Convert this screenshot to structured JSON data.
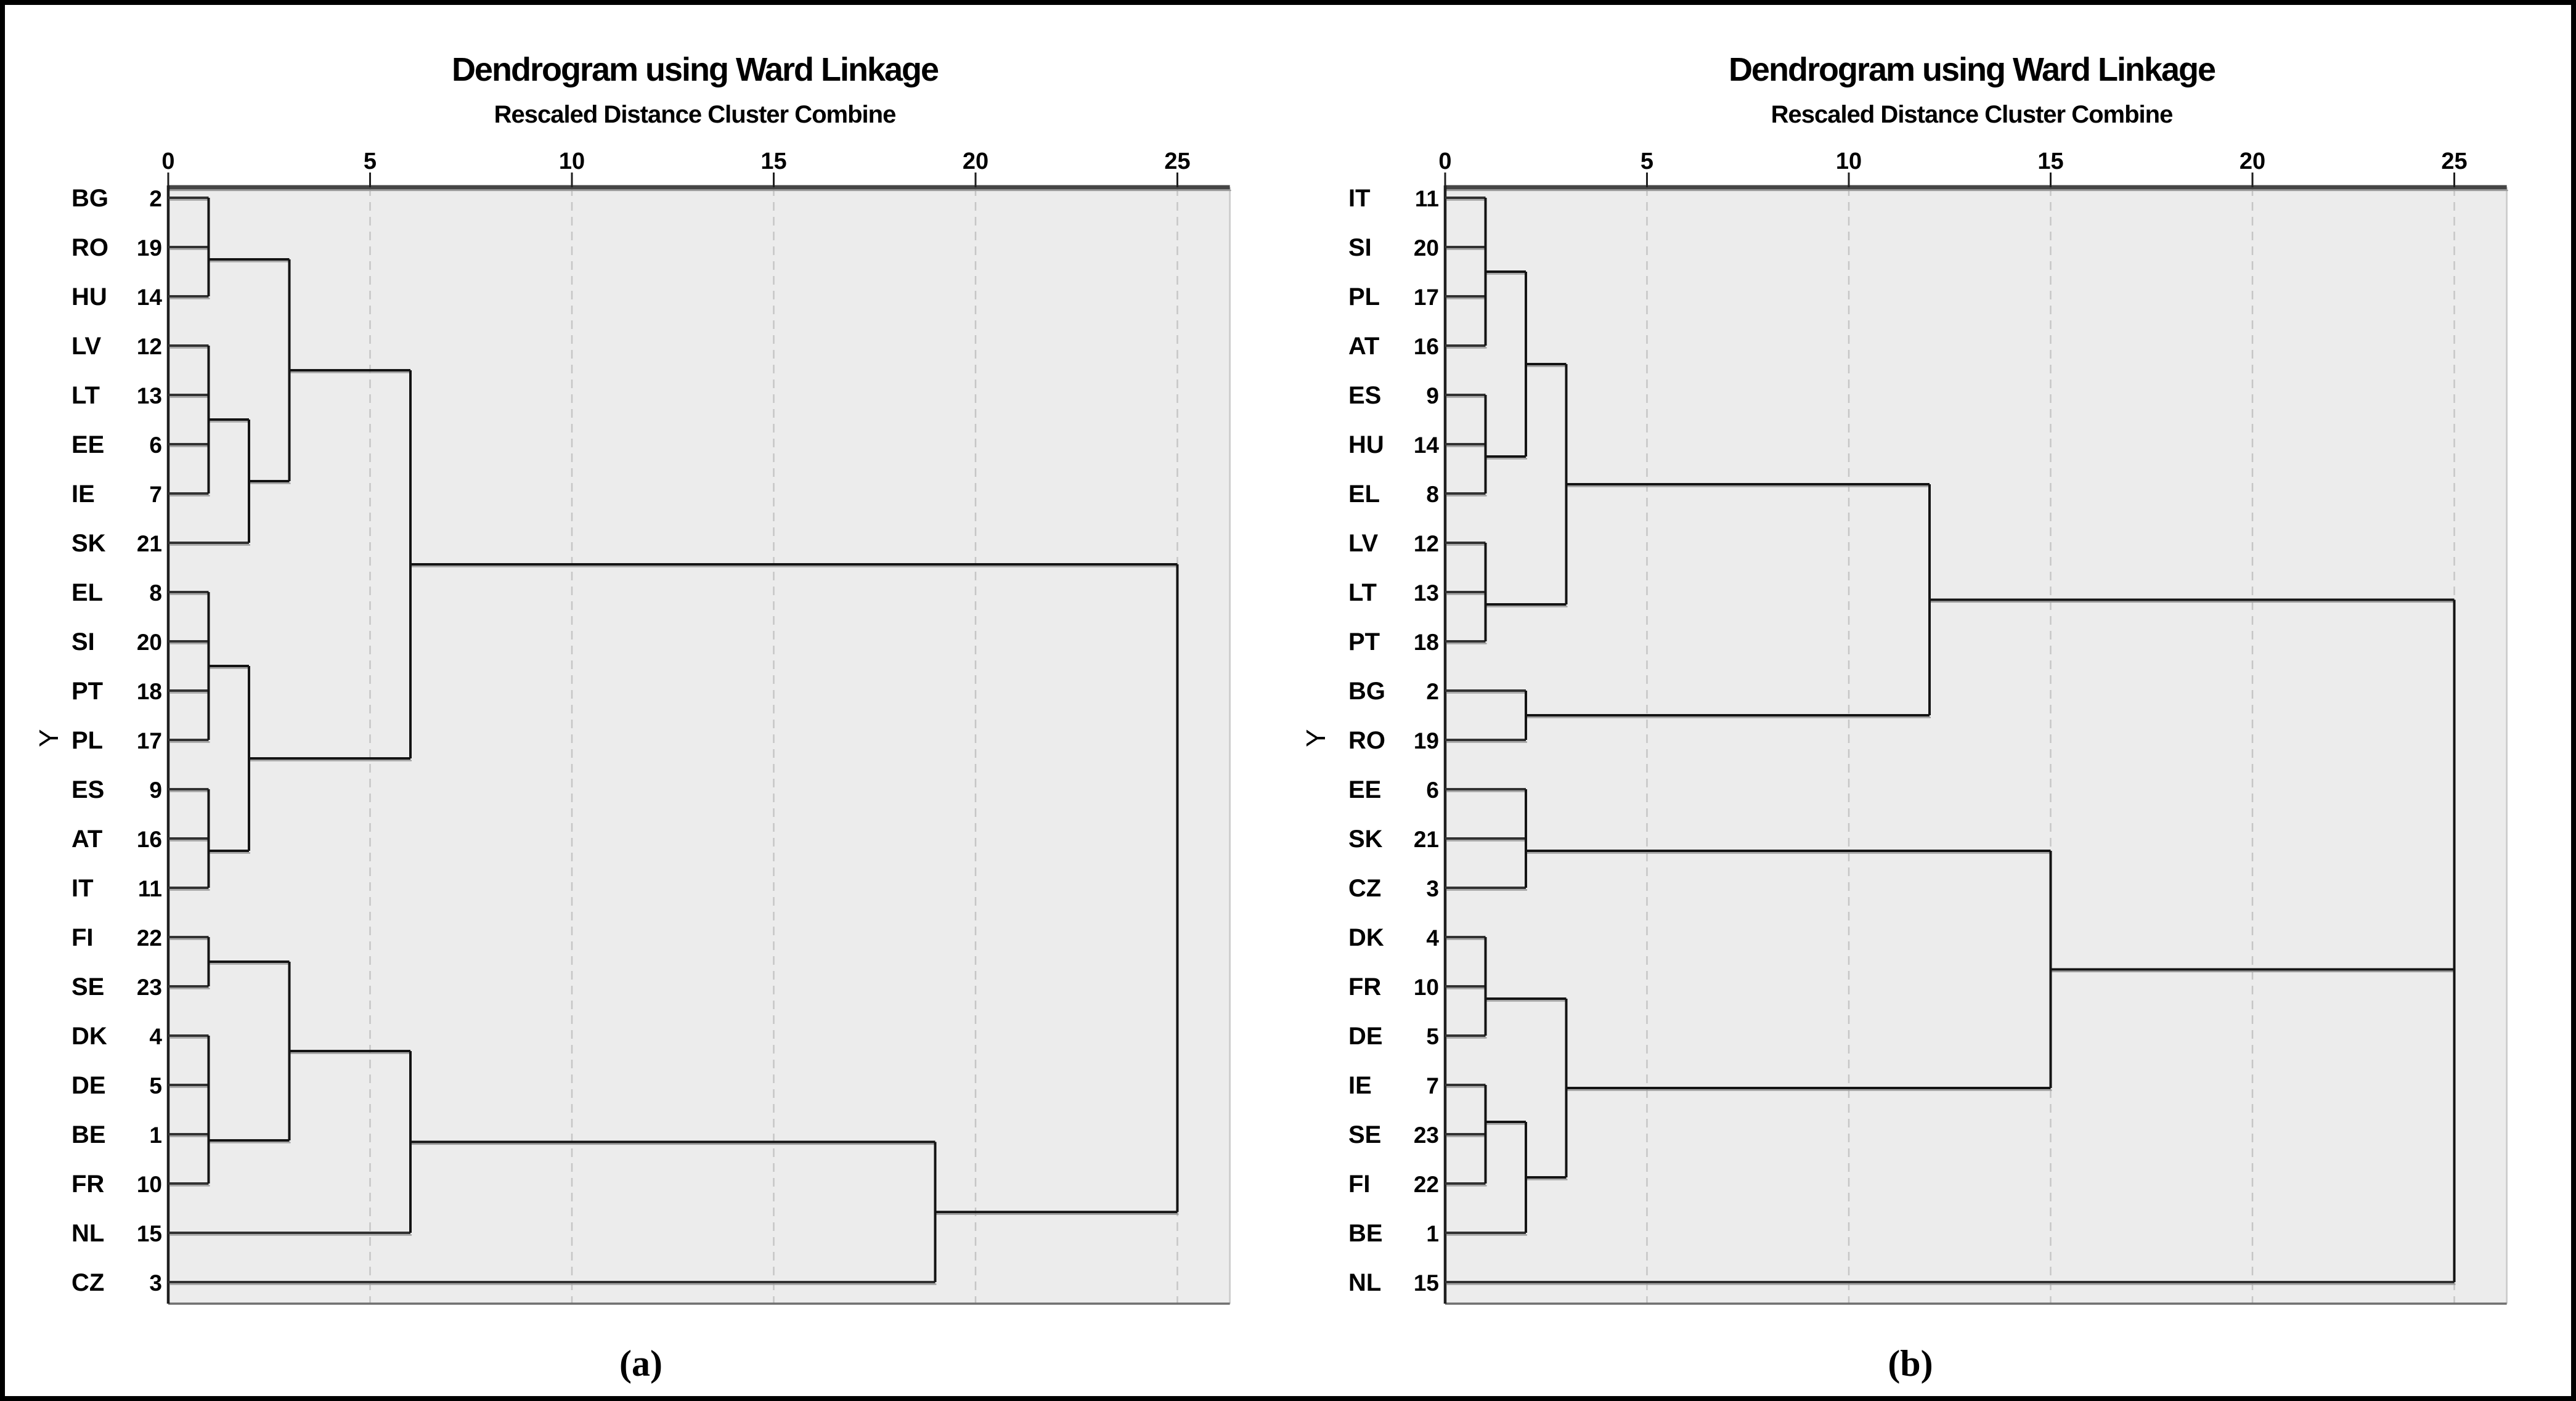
{
  "captions": {
    "a": "(a)",
    "b": "(b)"
  },
  "colors": {
    "figure_border": "#000000",
    "plot_bg": "#ececec",
    "grid": "#c6c6c6",
    "frame_top": "#454545",
    "axis": "#1f1f1f",
    "dendro_line": "#141414",
    "leaf_line": "#323232",
    "line_shadow": "#9b9b9b",
    "bottom_edge": "#6f6f6f",
    "right_edge": "#c9c9c9",
    "text": "#000000"
  },
  "chart_data": [
    {
      "type": "dendrogram",
      "panel": "a",
      "title": "Dendrogram using Ward Linkage",
      "subtitle": "Rescaled Distance Cluster Combine",
      "y_axis_label": "Y",
      "x_ticks": [
        0,
        5,
        10,
        15,
        20,
        25
      ],
      "x_range": [
        0,
        26.3
      ],
      "grid": "dashed-vertical",
      "orientation": "left-to-right",
      "leaves": [
        {
          "label": "BG",
          "case": 2
        },
        {
          "label": "RO",
          "case": 19
        },
        {
          "label": "HU",
          "case": 14
        },
        {
          "label": "LV",
          "case": 12
        },
        {
          "label": "LT",
          "case": 13
        },
        {
          "label": "EE",
          "case": 6
        },
        {
          "label": "IE",
          "case": 7
        },
        {
          "label": "SK",
          "case": 21
        },
        {
          "label": "EL",
          "case": 8
        },
        {
          "label": "SI",
          "case": 20
        },
        {
          "label": "PT",
          "case": 18
        },
        {
          "label": "PL",
          "case": 17
        },
        {
          "label": "ES",
          "case": 9
        },
        {
          "label": "AT",
          "case": 16
        },
        {
          "label": "IT",
          "case": 11
        },
        {
          "label": "FI",
          "case": 22
        },
        {
          "label": "SE",
          "case": 23
        },
        {
          "label": "DK",
          "case": 4
        },
        {
          "label": "DE",
          "case": 5
        },
        {
          "label": "BE",
          "case": 1
        },
        {
          "label": "FR",
          "case": 10
        },
        {
          "label": "NL",
          "case": 15
        },
        {
          "label": "CZ",
          "case": 3
        }
      ],
      "merges": [
        [
          "L0",
          "L1",
          1
        ],
        [
          "M0",
          "L2",
          1
        ],
        [
          "L3",
          "L4",
          1
        ],
        [
          "L5",
          "L6",
          1
        ],
        [
          "M2",
          "M3",
          1
        ],
        [
          "M4",
          "L7",
          2
        ],
        [
          "M1",
          "M5",
          3
        ],
        [
          "L8",
          "L9",
          1
        ],
        [
          "L10",
          "L11",
          1
        ],
        [
          "M7",
          "M8",
          1
        ],
        [
          "L12",
          "L13",
          1
        ],
        [
          "M10",
          "L14",
          1
        ],
        [
          "M9",
          "M11",
          2
        ],
        [
          "M6",
          "M12",
          6
        ],
        [
          "L15",
          "L16",
          1
        ],
        [
          "L17",
          "L18",
          1
        ],
        [
          "M15",
          "L19",
          1
        ],
        [
          "M16",
          "L20",
          1
        ],
        [
          "M14",
          "M17",
          3
        ],
        [
          "M18",
          "L21",
          6
        ],
        [
          "M19",
          "L22",
          19
        ],
        [
          "M13",
          "M20",
          25
        ]
      ]
    },
    {
      "type": "dendrogram",
      "panel": "b",
      "title": "Dendrogram using Ward Linkage",
      "subtitle": "Rescaled Distance Cluster Combine",
      "y_axis_label": "Y",
      "x_ticks": [
        0,
        5,
        10,
        15,
        20,
        25
      ],
      "x_range": [
        0,
        26.3
      ],
      "grid": "dashed-vertical",
      "orientation": "left-to-right",
      "leaves": [
        {
          "label": "IT",
          "case": 11
        },
        {
          "label": "SI",
          "case": 20
        },
        {
          "label": "PL",
          "case": 17
        },
        {
          "label": "AT",
          "case": 16
        },
        {
          "label": "ES",
          "case": 9
        },
        {
          "label": "HU",
          "case": 14
        },
        {
          "label": "EL",
          "case": 8
        },
        {
          "label": "LV",
          "case": 12
        },
        {
          "label": "LT",
          "case": 13
        },
        {
          "label": "PT",
          "case": 18
        },
        {
          "label": "BG",
          "case": 2
        },
        {
          "label": "RO",
          "case": 19
        },
        {
          "label": "EE",
          "case": 6
        },
        {
          "label": "SK",
          "case": 21
        },
        {
          "label": "CZ",
          "case": 3
        },
        {
          "label": "DK",
          "case": 4
        },
        {
          "label": "FR",
          "case": 10
        },
        {
          "label": "DE",
          "case": 5
        },
        {
          "label": "IE",
          "case": 7
        },
        {
          "label": "SE",
          "case": 23
        },
        {
          "label": "FI",
          "case": 22
        },
        {
          "label": "BE",
          "case": 1
        },
        {
          "label": "NL",
          "case": 15
        }
      ],
      "merges": [
        [
          "L0",
          "L1",
          1
        ],
        [
          "L2",
          "L3",
          1
        ],
        [
          "M0",
          "M1",
          1
        ],
        [
          "L4",
          "L5",
          1
        ],
        [
          "M3",
          "L6",
          1
        ],
        [
          "M2",
          "M4",
          2
        ],
        [
          "L7",
          "L8",
          1
        ],
        [
          "M6",
          "L9",
          1
        ],
        [
          "M5",
          "M7",
          3
        ],
        [
          "L10",
          "L11",
          2
        ],
        [
          "M8",
          "M9",
          12
        ],
        [
          "L12",
          "L13",
          2
        ],
        [
          "M11",
          "L14",
          2
        ],
        [
          "L15",
          "L16",
          1
        ],
        [
          "M13",
          "L17",
          1
        ],
        [
          "L19",
          "L20",
          1
        ],
        [
          "M15",
          "L18",
          1
        ],
        [
          "M16",
          "L21",
          2
        ],
        [
          "M14",
          "M17",
          3
        ],
        [
          "M12",
          "M18",
          15
        ],
        [
          "M10",
          "M19",
          25
        ],
        [
          "M20",
          "L22",
          25
        ]
      ]
    }
  ]
}
